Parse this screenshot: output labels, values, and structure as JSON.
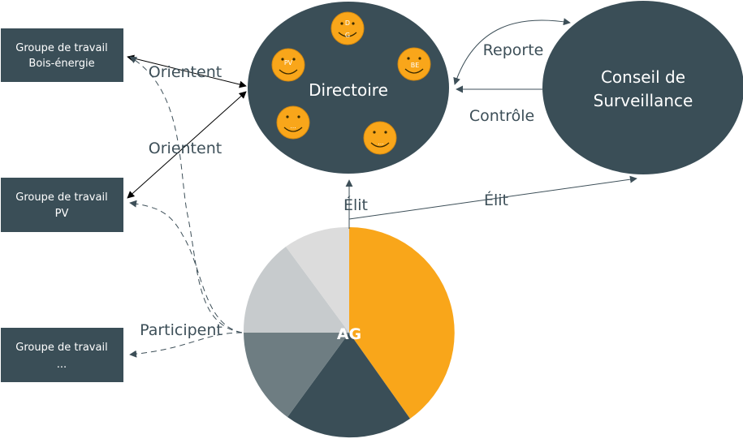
{
  "colors": {
    "dark": "#3a4e57",
    "orange": "#f9a61a",
    "pie_dark": "#3a4e57",
    "pie_mid": "#6e7d82",
    "pie_light": "#c7cbcd",
    "pie_lighter": "#dcdcdc",
    "line": "#3d4f58"
  },
  "groups": [
    {
      "line1": "Groupe de travail",
      "line2": "Bois-énergie"
    },
    {
      "line1": "Groupe de travail",
      "line2": "PV"
    },
    {
      "line1": "Groupe de travail",
      "line2": "..."
    }
  ],
  "directoire": {
    "title": "Directoire",
    "members": [
      {
        "label1": "D",
        "label2": "G"
      },
      {
        "label1": "PV",
        "label2": ""
      },
      {
        "label1": "BE",
        "label2": ""
      },
      {
        "label1": "...",
        "label2": ""
      },
      {
        "label1": "...",
        "label2": ""
      }
    ]
  },
  "conseil": {
    "line1": "Conseil de",
    "line2": "Surveillance"
  },
  "ag": {
    "label": "AG"
  },
  "relations": {
    "orientent_1": "Orientent",
    "orientent_2": "Orientent",
    "reporte": "Reporte",
    "controle": "Contrôle",
    "elit_directoire": "Élit",
    "elit_conseil": "Élit",
    "participent": "Participent"
  }
}
